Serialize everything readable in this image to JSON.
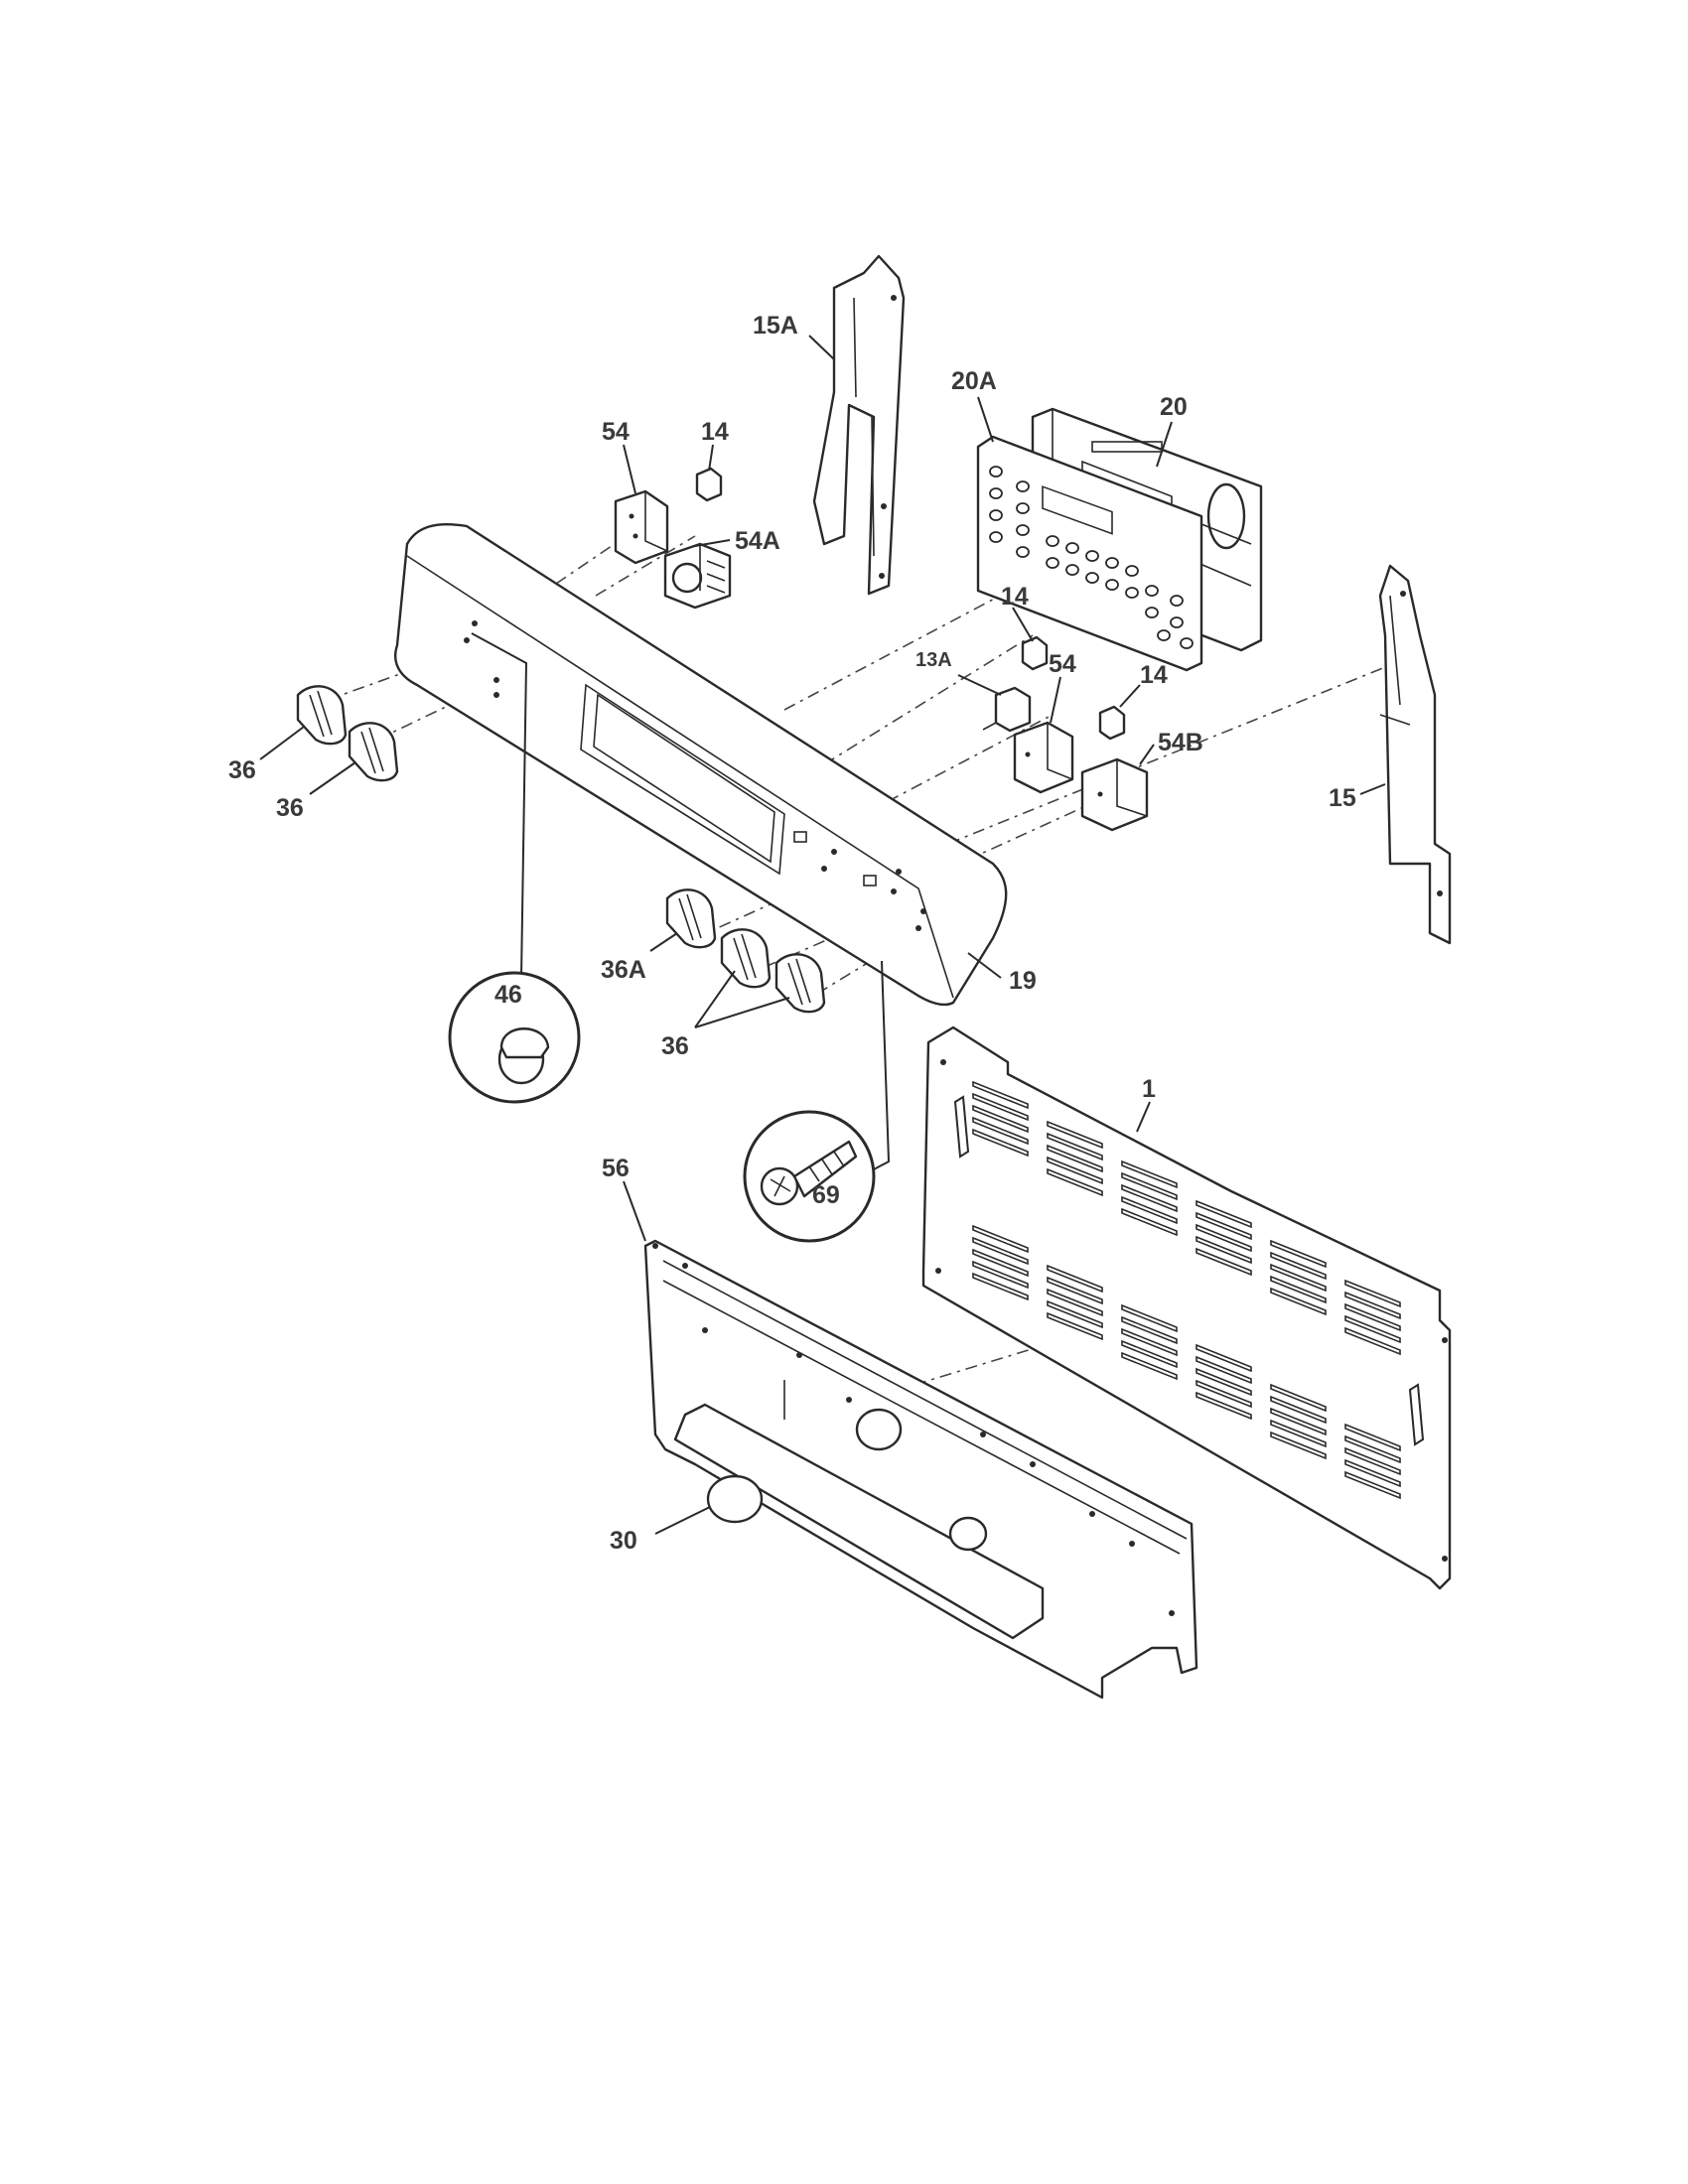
{
  "callouts": {
    "p15A": "15A",
    "p20A": "20A",
    "p20": "20",
    "p54_top": "54",
    "p14_top": "14",
    "p54A": "54A",
    "p14_mid": "14",
    "p13A": "13A",
    "p54_mid": "54",
    "p14_right": "14",
    "p54B": "54B",
    "p15": "15",
    "p36_a": "36",
    "p36_b": "36",
    "p36A": "36A",
    "p36_c": "36",
    "p19": "19",
    "p46": "46",
    "p69": "69",
    "p1": "1",
    "p56": "56",
    "p30": "30"
  }
}
